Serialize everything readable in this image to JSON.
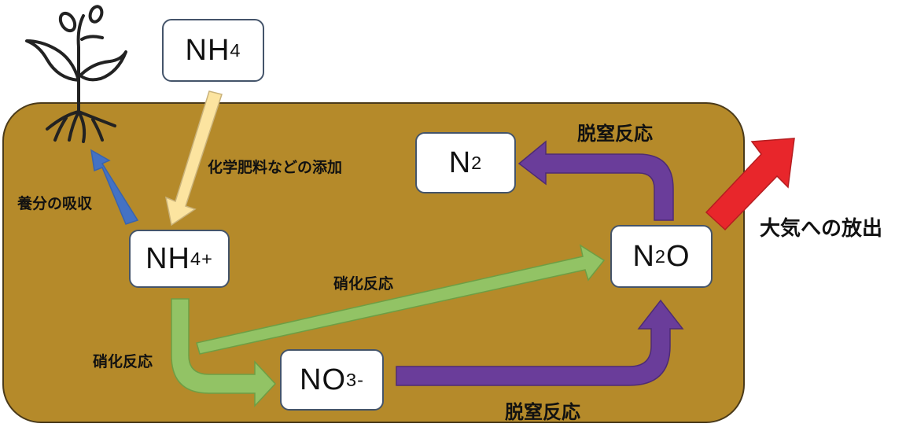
{
  "nodes": {
    "nh4_source": {
      "base": "NH",
      "sub": "4"
    },
    "nh4_ion": {
      "base": "NH",
      "sub": "4",
      "sup": "+"
    },
    "n2": {
      "base": "N",
      "sub": "2"
    },
    "n2o": {
      "base": "N",
      "sub": "2",
      "tail": "O"
    },
    "no3": {
      "base": "NO",
      "sub": "3",
      "sup": "-"
    }
  },
  "labels": {
    "fertilizer": "化学肥料などの添加",
    "uptake": "養分の吸収",
    "nitrification_upper": "硝化反応",
    "nitrification_lower": "硝化反応",
    "denitrification_upper": "脱窒反応",
    "denitrification_lower": "脱窒反応",
    "emission": "大気への放出"
  },
  "colors": {
    "soil": "#b58a2a",
    "fertilizer_arrow": "#fce4a0",
    "uptake_arrow": "#4472c4",
    "nitrification_arrow": "#92c365",
    "denitrification_arrow": "#6a3d9a",
    "emission_arrow": "#e8262b",
    "node_border": "#44546a"
  },
  "icons": {
    "plant": "plant-icon"
  }
}
